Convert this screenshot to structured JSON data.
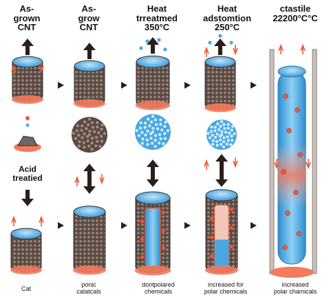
{
  "top_labels": [
    "As-\ngrown\nCNT",
    "As-\ngrow\nCNT",
    "Heat\ntrreatmed\n350°C",
    "Heat\nadstomtion\n250°C",
    "ctastile\n22200°C°C"
  ],
  "left_label": "Acid\ntreatied",
  "bottom_labels": [
    "Cat",
    "ponic\ncatatcals",
    "dontpolared\nchemicals",
    "increased for\npolar chemicals",
    "increased\npolar chamicals"
  ],
  "colors": {
    "cnt_body": "#5a4a42",
    "cnt_dots": "#9a8a80",
    "cap_blue": "#5fb5e6",
    "arrow_dark": "#2a1f1a",
    "accent_red": "#e85a3a",
    "salmon": "#f47a5c",
    "liquid_blue": "#4aa6e0",
    "rod_gray": "#c8c1bb"
  }
}
